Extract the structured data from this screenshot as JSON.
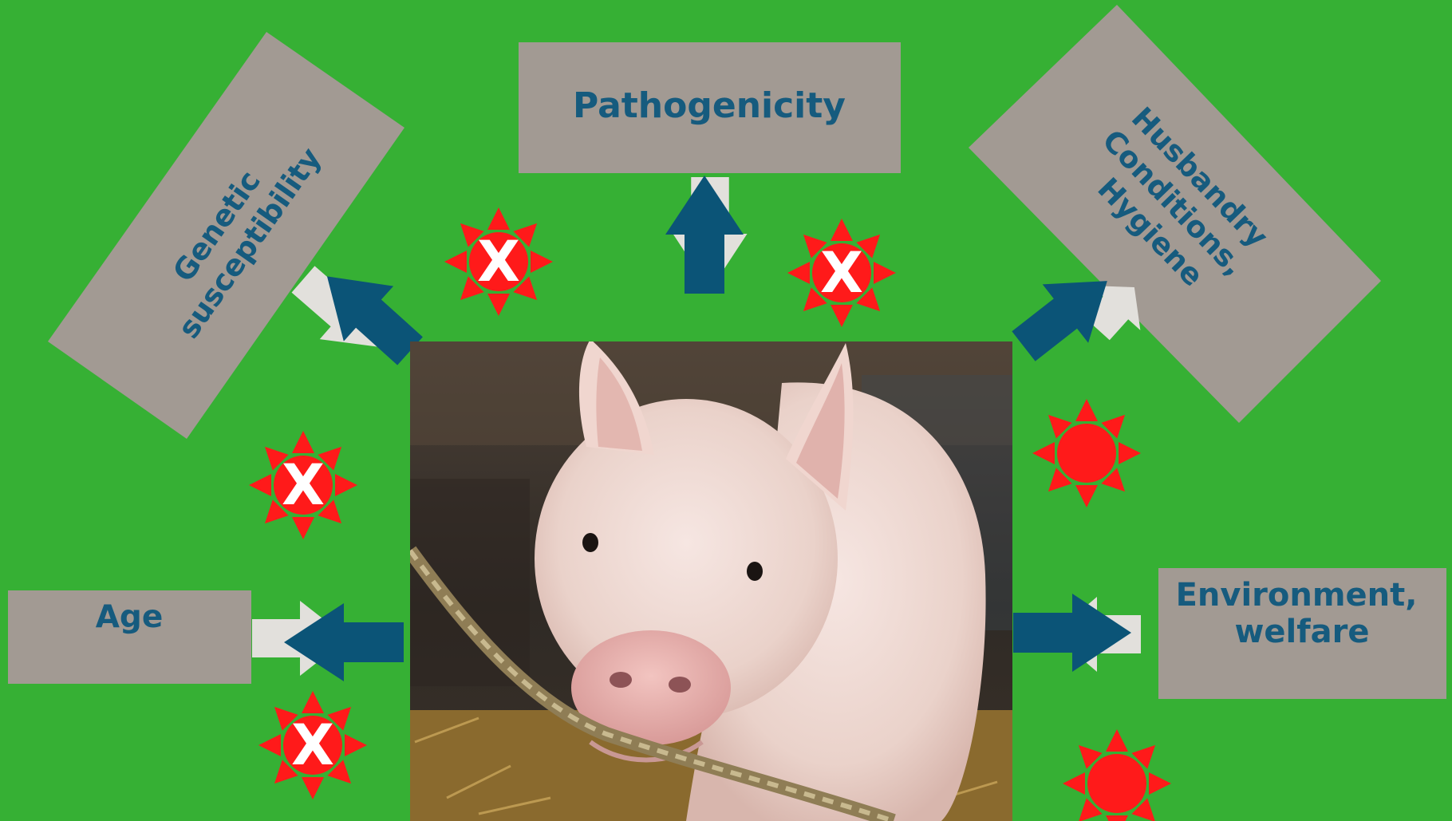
{
  "diagram": {
    "colors": {
      "background": "#36b034",
      "box": "#a29a93",
      "text": "#165b7e",
      "arrow": "#0b5477",
      "arrow_shadow": "#e2e0dc",
      "burst": "#ff1a1a",
      "burst_mark": "#ffffff"
    },
    "center_image": {
      "icon": "pig-photo-icon"
    },
    "factors": {
      "pathogenicity": {
        "lines": [
          "Pathogenicity"
        ]
      },
      "genetic": {
        "lines": [
          "Genetic",
          "susceptibility"
        ]
      },
      "husbandry": {
        "lines": [
          "Husbandry",
          "Conditions,",
          "Hygiene"
        ]
      },
      "age": {
        "lines": [
          "Age"
        ]
      },
      "environment": {
        "lines": [
          "Environment,",
          "welfare"
        ]
      }
    },
    "bursts": [
      {
        "id": "burst-pathogenicity-left",
        "mark": "X"
      },
      {
        "id": "burst-pathogenicity-right",
        "mark": "X"
      },
      {
        "id": "burst-genetic",
        "mark": "X"
      },
      {
        "id": "burst-age",
        "mark": "X"
      },
      {
        "id": "burst-husbandry",
        "mark": ""
      },
      {
        "id": "burst-environment",
        "mark": ""
      }
    ]
  }
}
